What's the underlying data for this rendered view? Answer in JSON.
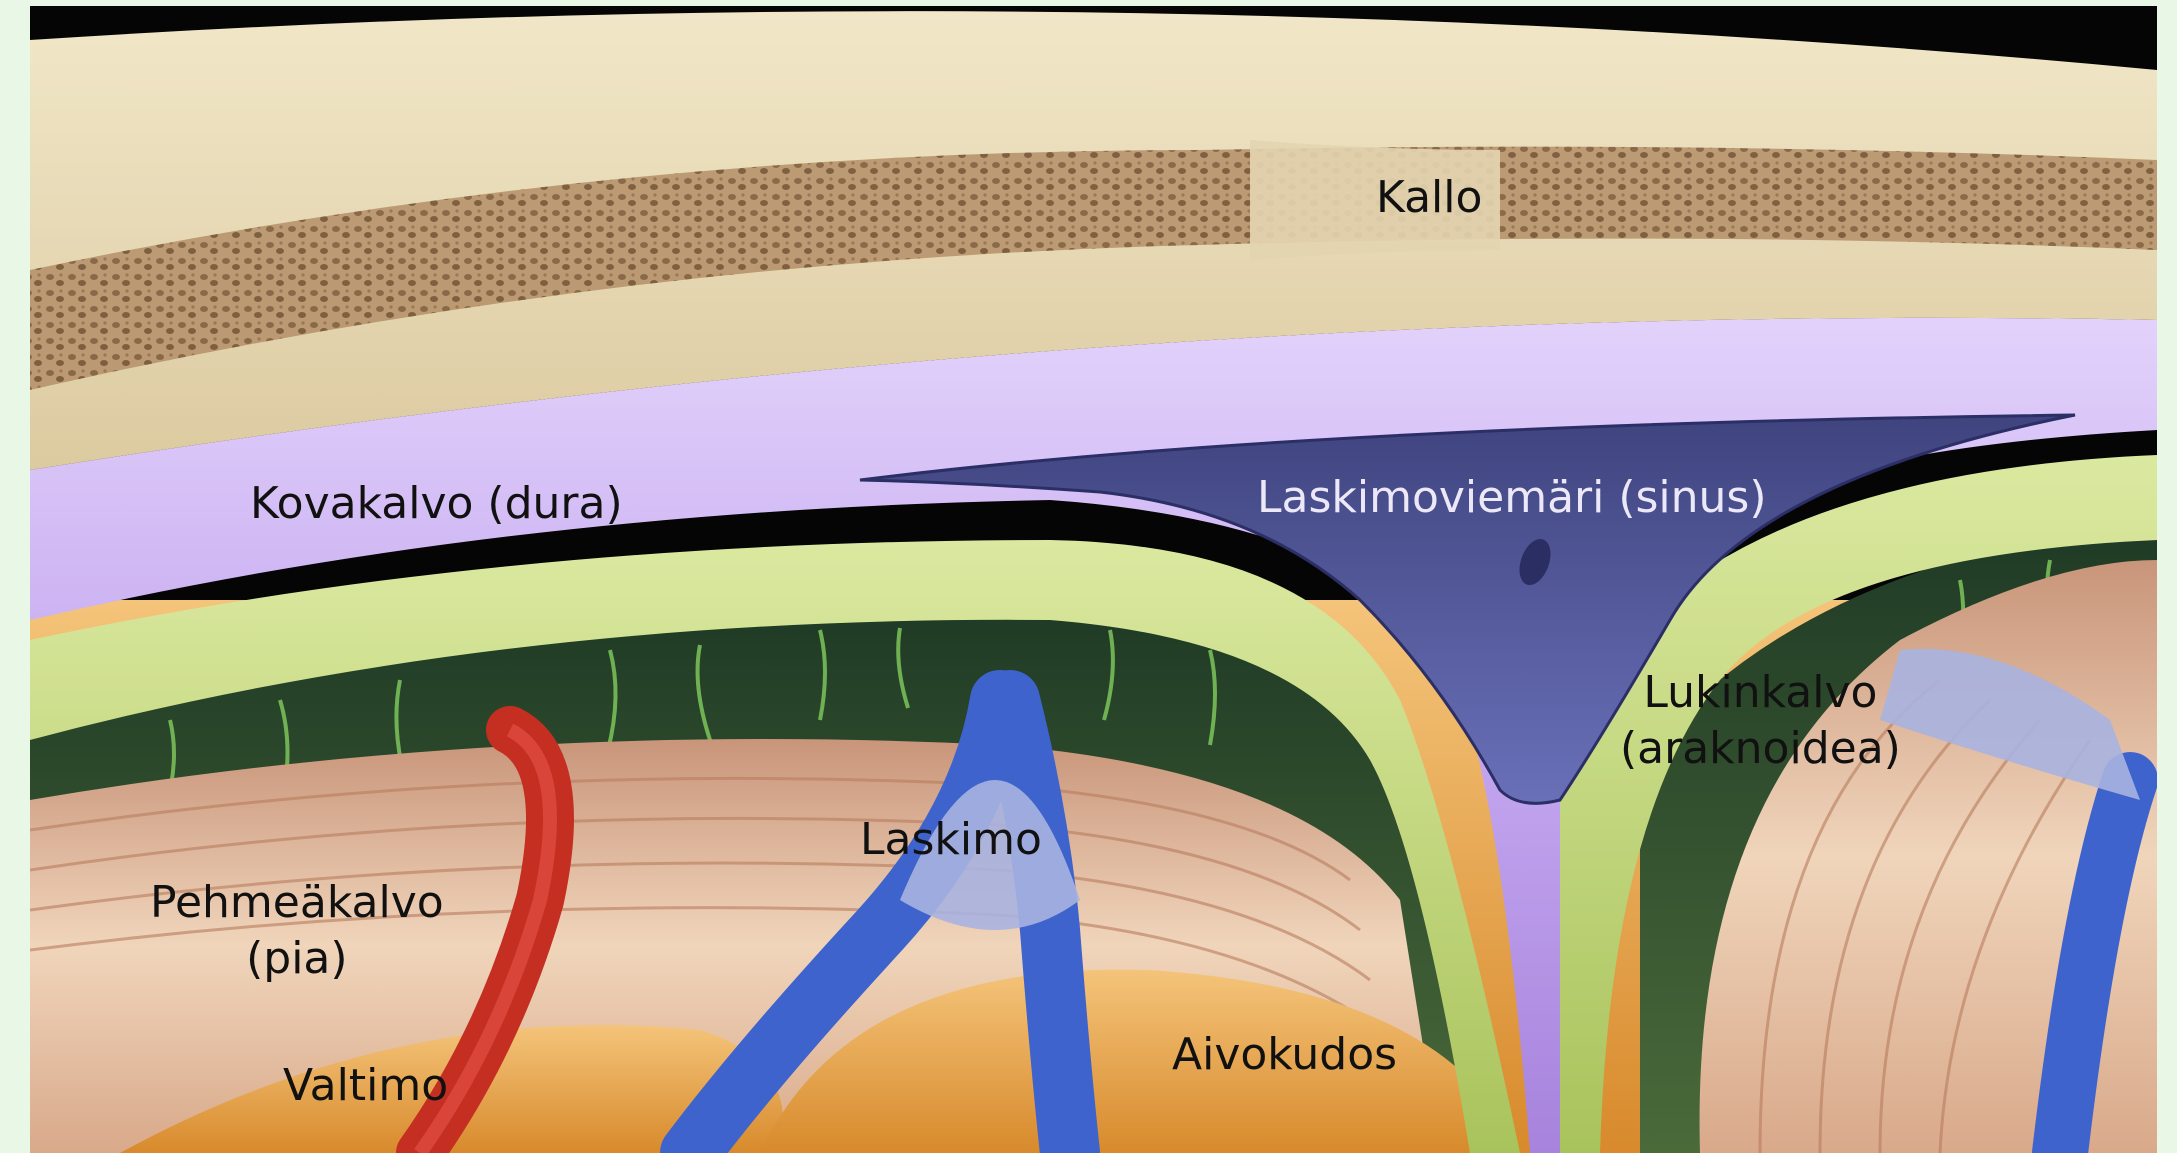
{
  "labels": {
    "skull": "Kallo",
    "dura": "Kovakalvo (dura)",
    "sinus": "Laskimoviemäri (sinus)",
    "arachnoid": "Lukinkalvo\n(araknoidea)",
    "vein": "Laskimo",
    "pia": "Pehmeäkalvo\n(pia)",
    "artery": "Valtimo",
    "brain_tissue": "Aivokudos"
  },
  "colors": {
    "background": "#e8f7e6",
    "skull": "#e9dcb8",
    "dura": "#c3a6ee",
    "sinus": "#5a5fa6",
    "arachnoid": "#c6da7e",
    "pia": "#e7c3a4",
    "brain": "#e9a849",
    "artery": "#d23a2c",
    "vein": "#3f63cc"
  }
}
